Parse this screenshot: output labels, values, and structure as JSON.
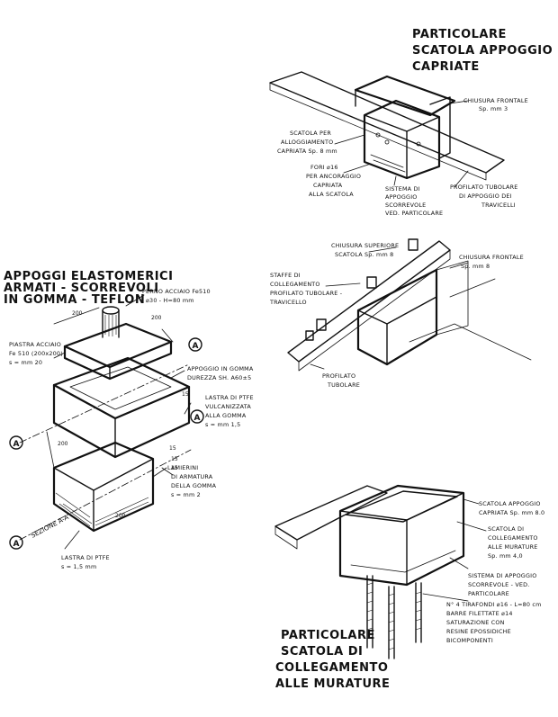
{
  "drawing_1": {
    "title": [
      "PARTICOLARE",
      "SCATOLA APPOGGIO",
      "CAPRIATE"
    ],
    "labels": {
      "chiusura_frontale": [
        "CHIUSURA FRONTALE",
        "Sp. mm 3"
      ],
      "scatola": [
        "SCATOLA PER",
        "ALLOGGIAMENTO",
        "CAPRIATA Sp. 8 mm"
      ],
      "fori": [
        "FORI ⌀16",
        "PER ANCORAGGIO",
        "CAPRIATA",
        "ALLA SCATOLA"
      ],
      "sistema": [
        "SISTEMA DI",
        "APPOGGIO",
        "SCORREVOLE",
        "VED. PARTICOLARE"
      ],
      "profilato": [
        "PROFILATO TUBOLARE",
        "DI APPOGGIO DEI",
        "TRAVICELLI"
      ]
    }
  },
  "drawing_2": {
    "title": [
      "APPOGGI ELASTOMERICI",
      "ARMATI - SCORREVOLI",
      "IN GOMMA - TEFLON"
    ],
    "labels": {
      "perno": [
        "PERNO ACCIAIO Fe510",
        "⌀30 - H=80 mm"
      ],
      "piastra": [
        "PIASTRA ACCIAIO",
        "Fe 510 (200x200)",
        "s = mm 20"
      ],
      "appoggio": [
        "APPOGGIO IN GOMMA",
        "DUREZZA SH. A60±5"
      ],
      "lastra_ptfe": [
        "LASTRA DI PTFE",
        "VULCANIZZATA",
        "ALLA GOMMA",
        "s = mm 1,5"
      ],
      "lamierini": [
        "LAMIERINI",
        "DI ARMATURA",
        "DELLA GOMMA",
        "s = mm 2"
      ],
      "lastra_ptfe_bottom": [
        "LASTRA DI PTFE",
        "s = 1,5 mm"
      ],
      "sezione": "SEZIONE A-A"
    },
    "section_marks": [
      "A",
      "A",
      "A",
      "A"
    ],
    "dimensions": [
      "200",
      "200",
      "200",
      "200",
      "15",
      "15",
      "15",
      "15"
    ]
  },
  "drawing_3": {
    "labels": {
      "chiusura_superiore": [
        "CHIUSURA SUPERIORE",
        "SCATOLA Sp. mm 8"
      ],
      "chiusura_frontale": [
        "CHIUSURA FRONTALE",
        "Sp. mm 8"
      ],
      "staffe": [
        "STAFFE DI",
        "COLLEGAMENTO",
        "PROFILATO TUBOLARE -",
        "TRAVICELLO"
      ],
      "profilato": [
        "PROFILATO",
        "TUBOLARE"
      ]
    }
  },
  "drawing_4": {
    "title": [
      "PARTICOLARE",
      "SCATOLA DI",
      "COLLEGAMENTO",
      "ALLE MURATURE"
    ],
    "labels": {
      "scatola_appoggio": [
        "SCATOLA APPOGGIO",
        "CAPRIATA Sp. mm 8.0"
      ],
      "scatola_collegamento": [
        "SCATOLA DI",
        "COLLEGAMENTO",
        "ALLE MURATURE",
        "Sp. mm 4,0"
      ],
      "sistema": [
        "SISTEMA DI APPOGGIO",
        "SCORREVOLE - VED.",
        "PARTICOLARE"
      ],
      "tirafondi": [
        "N° 4 TIRAFONDI ⌀16 - L=80 cm",
        "BARRE FILETTATE ⌀14",
        "SATURAZIONE CON",
        "RESINE EPOSSIDICHE",
        "BICOMPONENTI"
      ]
    }
  }
}
